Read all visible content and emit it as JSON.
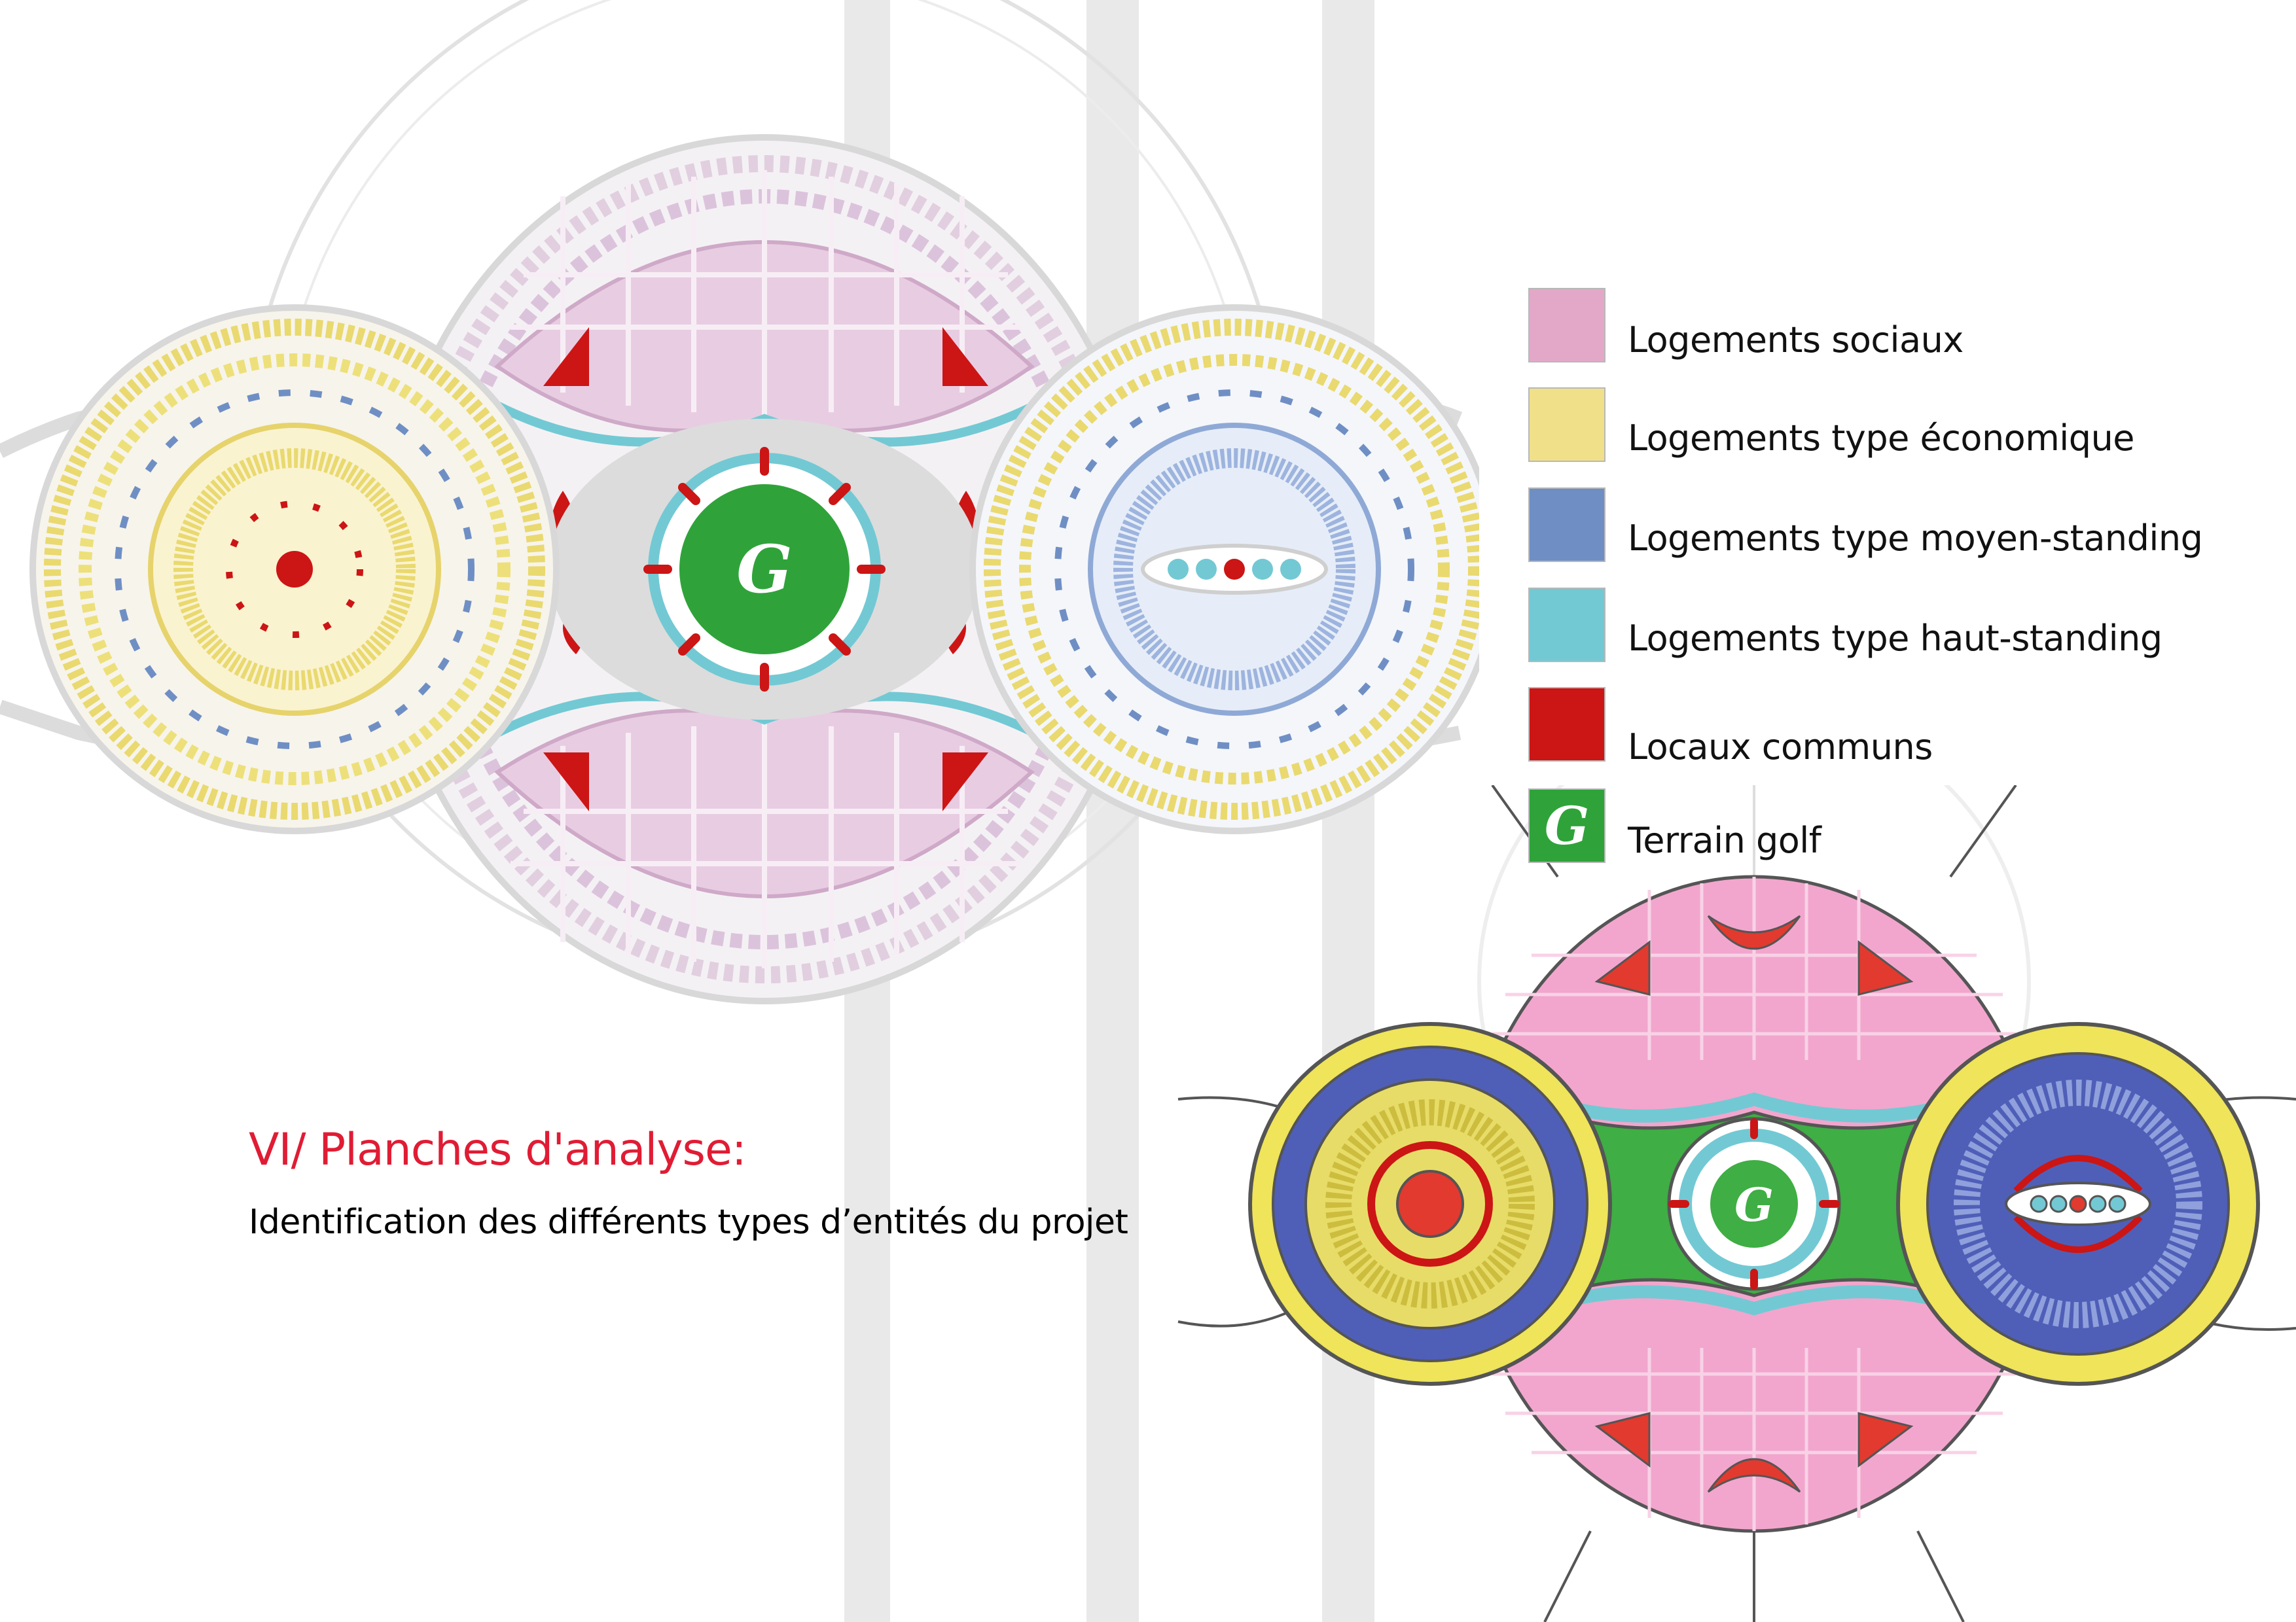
{
  "heading": {
    "title": "VI/ Planches d'analyse:",
    "subtitle": "Identification des différents types d’entités du projet"
  },
  "legend": {
    "items": [
      {
        "label": "Logements sociaux",
        "color": "#e3a8c8"
      },
      {
        "label": "Logements type économique",
        "color": "#f0e08a"
      },
      {
        "label": "Logements type moyen-standing",
        "color": "#6f8fc4"
      },
      {
        "label": "Logements type haut-standing",
        "color": "#72c9d4"
      },
      {
        "label": "Locaux communs",
        "color": "#cc1515"
      },
      {
        "label": "Terrain golf",
        "color": "#2fa33a",
        "icon_letter": "G"
      }
    ]
  },
  "golf_marker": {
    "letter": "G"
  },
  "colors": {
    "title_red": "#e01c34",
    "social_pink": "#e3a8c8",
    "social_pink_bright": "#f2a6cd",
    "economic_yellow": "#f0e08a",
    "economic_yellow_bright": "#efe45a",
    "medium_blue": "#6f8fc4",
    "medium_blue_bright": "#4f5fb8",
    "high_cyan": "#72c9d4",
    "common_red": "#cc1515",
    "golf_green": "#2fa33a",
    "background_stripe": "#e9e9e9",
    "road_grey": "#d9d9d9"
  }
}
